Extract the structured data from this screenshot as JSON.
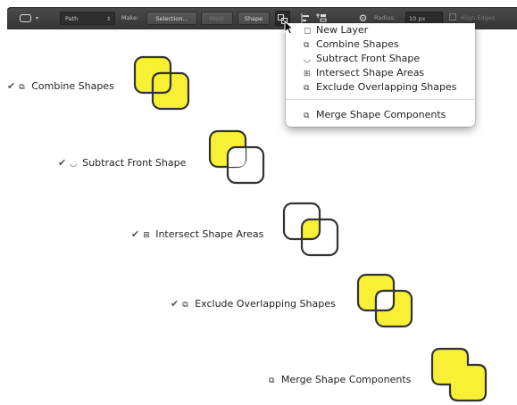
{
  "toolbar": {
    "path_select": "Path",
    "make_label": "Make:",
    "selection_button": "Selection...",
    "mask_button": "Mask",
    "shape_button": "Shape",
    "radius_label": "Radius:",
    "radius_value": "10 px",
    "align_edges_label": "Align Edges"
  },
  "menu": {
    "items": [
      {
        "label": "New Layer",
        "icon": "new-layer-icon"
      },
      {
        "label": "Combine Shapes",
        "icon": "combine-shapes-icon"
      },
      {
        "label": "Subtract Front Shape",
        "icon": "subtract-front-shape-icon"
      },
      {
        "label": "Intersect Shape Areas",
        "icon": "intersect-shape-areas-icon"
      },
      {
        "label": "Exclude Overlapping Shapes",
        "icon": "exclude-overlapping-shapes-icon"
      }
    ],
    "merge_label": "Merge Shape Components"
  },
  "demos": [
    {
      "label": "Combine Shapes",
      "checked": true
    },
    {
      "label": "Subtract Front Shape",
      "checked": true
    },
    {
      "label": "Intersect Shape Areas",
      "checked": true
    },
    {
      "label": "Exclude Overlapping Shapes",
      "checked": true
    },
    {
      "label": "Merge Shape Components",
      "checked": false
    }
  ],
  "colors": {
    "shape_fill": "#f7f034",
    "shape_stroke": "#333333",
    "toolbar_bg": "#3f3f3f"
  }
}
